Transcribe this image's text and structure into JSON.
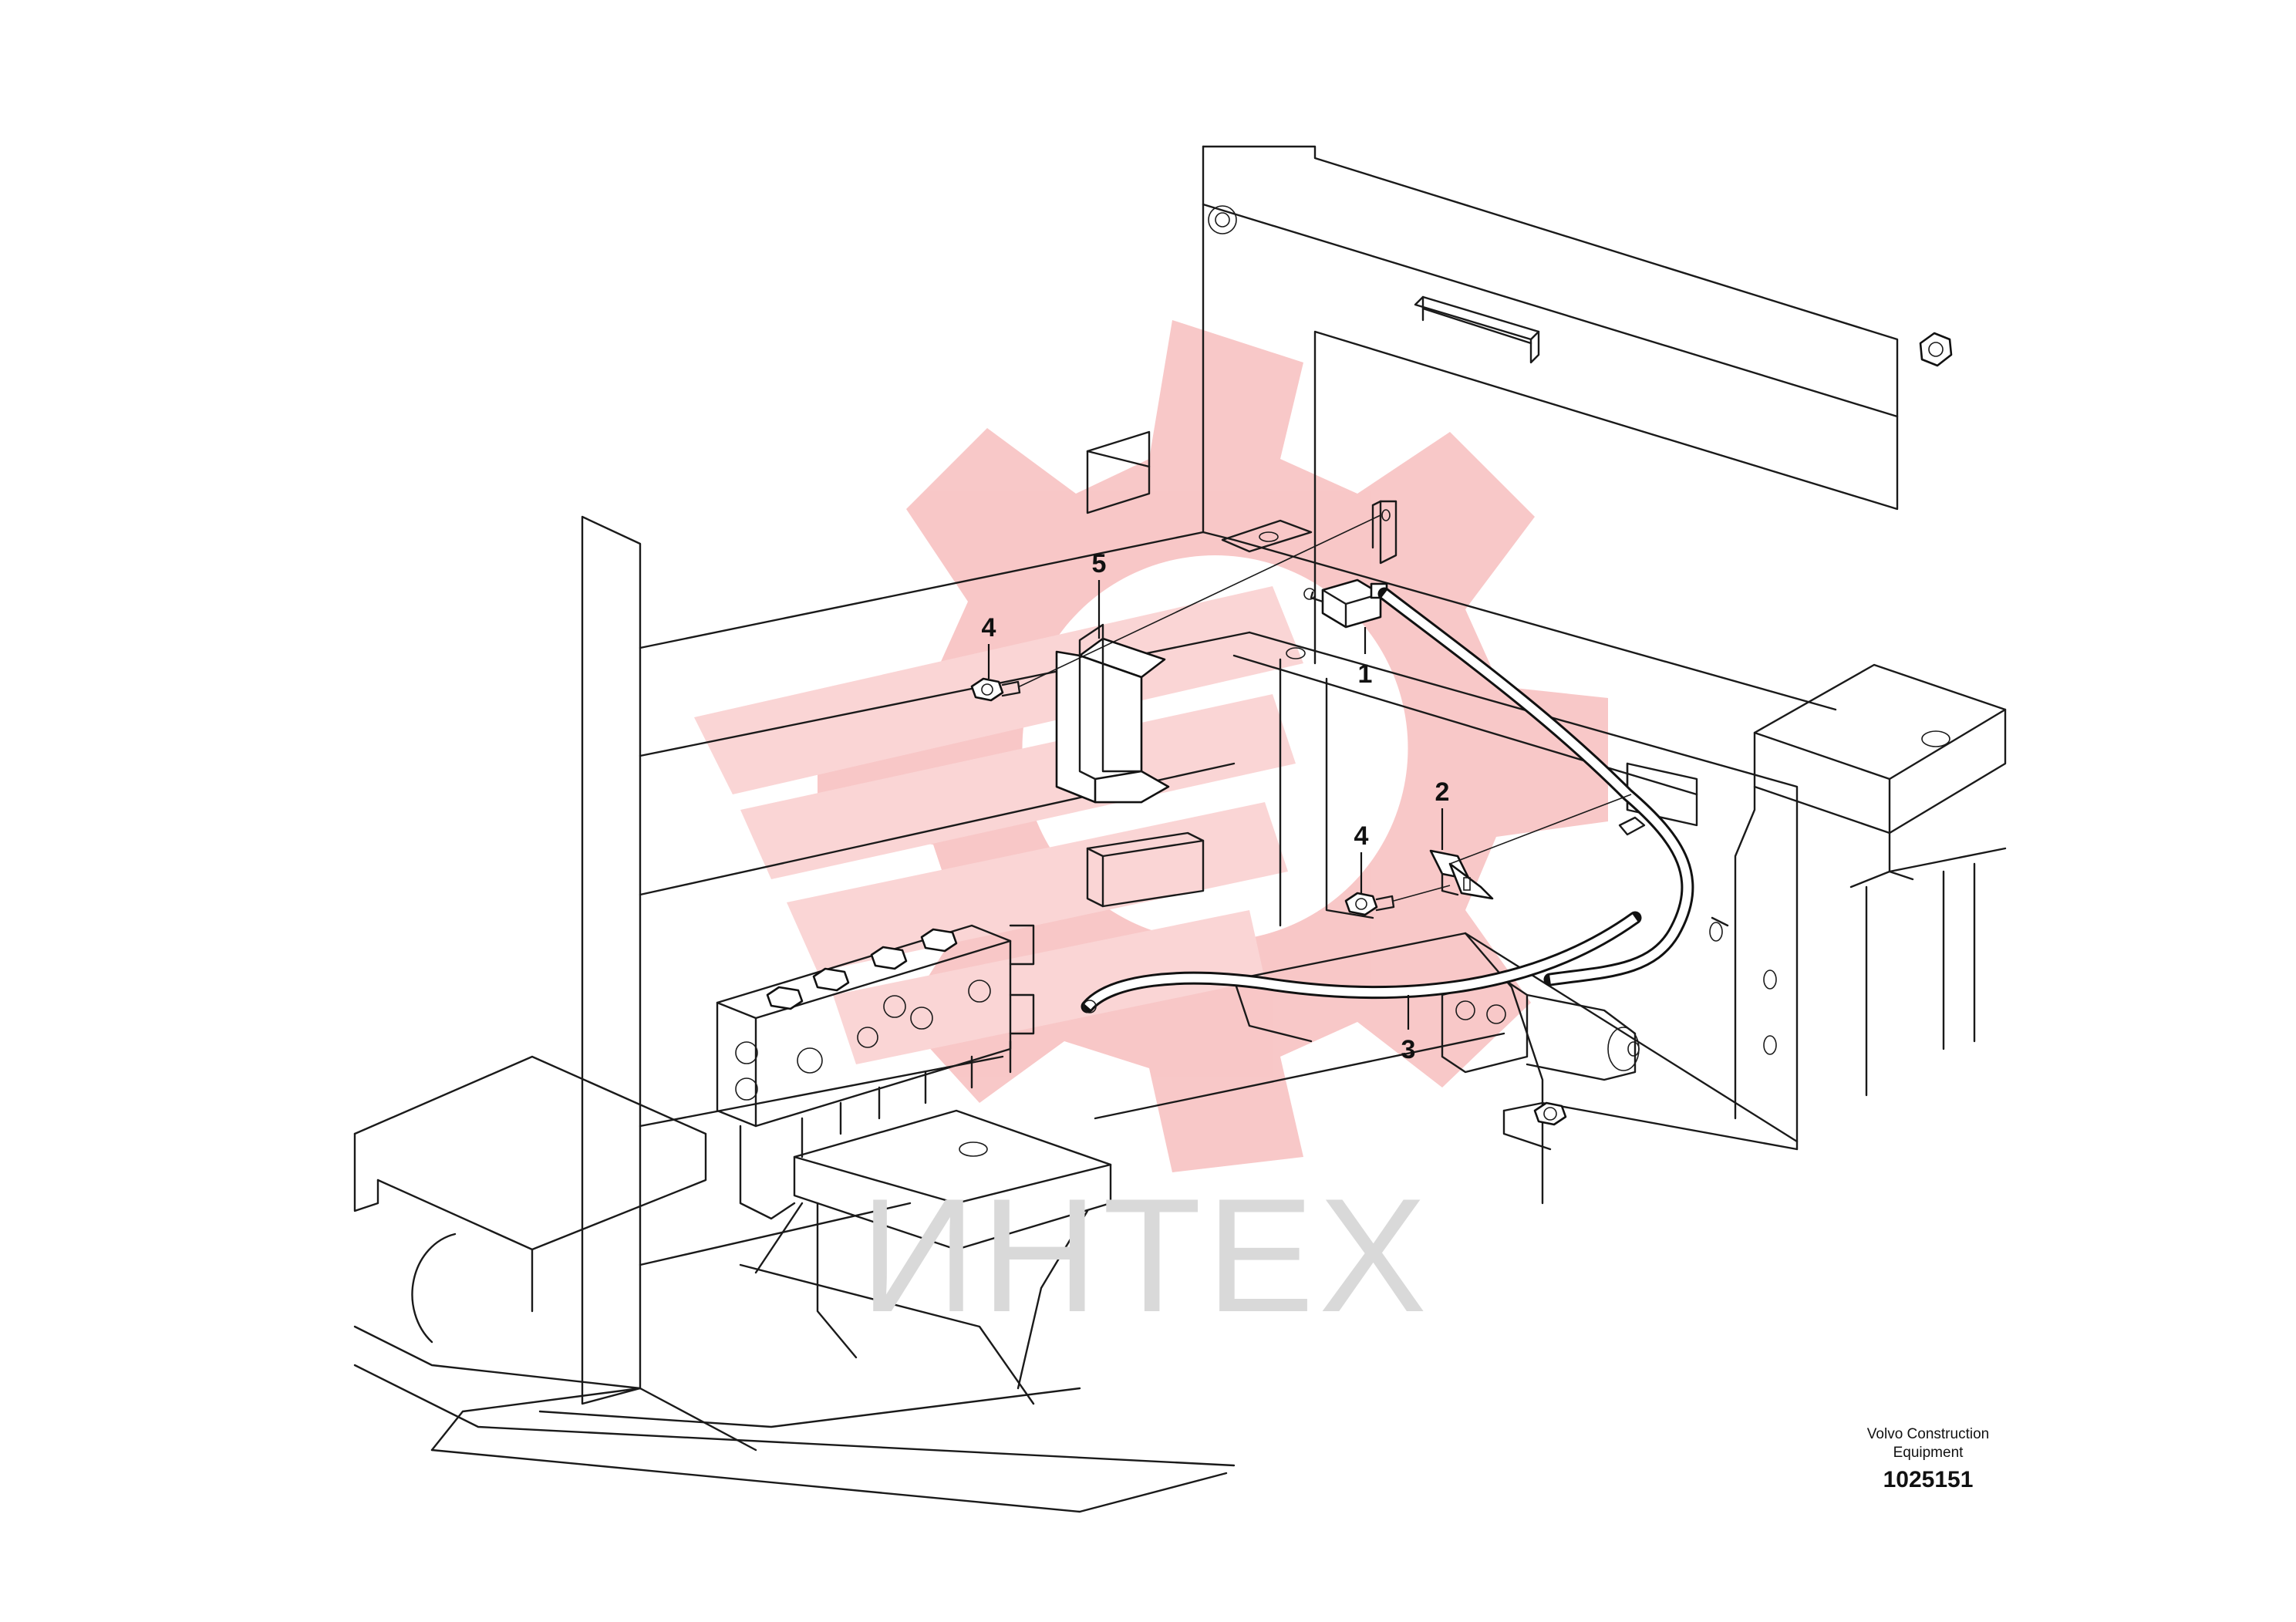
{
  "drawing": {
    "callouts": {
      "c1": "1",
      "c2": "2",
      "c3": "3",
      "c4a": "4",
      "c4b": "4",
      "c5": "5"
    }
  },
  "watermark": {
    "text": "ИНТЕХ",
    "color": "#f6a0a0"
  },
  "title_block": {
    "company_line1": "Volvo Construction",
    "company_line2": "Equipment",
    "drawing_number": "1025151"
  }
}
